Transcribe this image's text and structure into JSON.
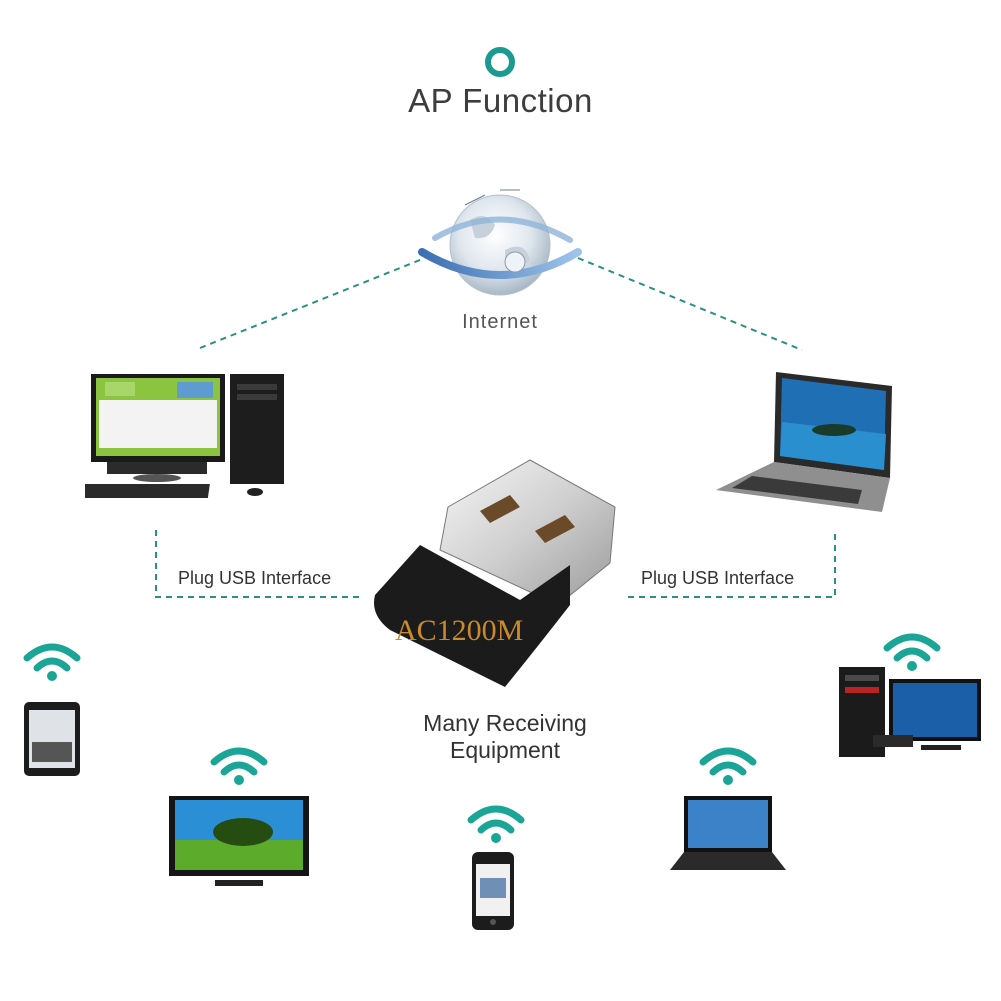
{
  "title": "AP Function",
  "internet_label": "Internet",
  "plug_left": "Plug USB Interface",
  "plug_right": "Plug USB Interface",
  "receiving_line1": "Many Receiving",
  "receiving_line2": "Equipment",
  "adapter_label": "AC1200M",
  "colors": {
    "accent": "#1a9a90",
    "adapter_text": "#c98a2e",
    "dashed": "#2a8f86"
  },
  "icons": [
    "ring-icon",
    "globe-icon",
    "desktop-pc",
    "laptop",
    "usb-adapter",
    "tablet",
    "tv",
    "smartphone",
    "small-laptop",
    "desktop-monitor",
    "wifi-icon"
  ]
}
